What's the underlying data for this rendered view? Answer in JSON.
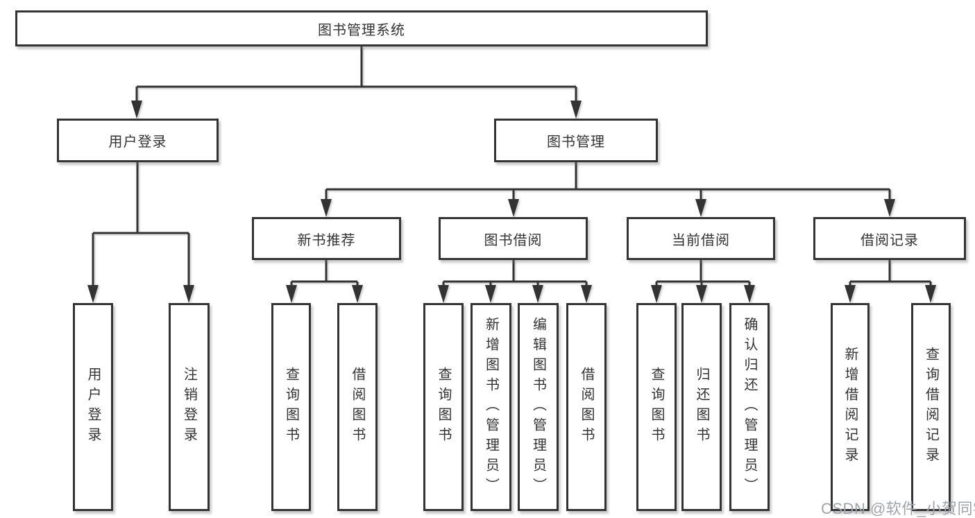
{
  "diagram": {
    "root": {
      "label": "图书管理系统"
    },
    "branches": [
      {
        "label": "用户登录",
        "leaves": [
          {
            "label": "用户登录"
          },
          {
            "label": "注销登录"
          }
        ]
      },
      {
        "label": "图书管理",
        "groups": [
          {
            "label": "新书推荐",
            "leaves": [
              {
                "label": "查询图书"
              },
              {
                "label": "借阅图书"
              }
            ]
          },
          {
            "label": "图书借阅",
            "leaves": [
              {
                "label": "查询图书"
              },
              {
                "label": "新增图书（管理员）"
              },
              {
                "label": "编辑图书（管理员）"
              },
              {
                "label": "借阅图书"
              }
            ]
          },
          {
            "label": "当前借阅",
            "leaves": [
              {
                "label": "查询图书"
              },
              {
                "label": "归还图书"
              },
              {
                "label": "确认归还（管理员）"
              }
            ]
          },
          {
            "label": "借阅记录",
            "leaves": [
              {
                "label": "新增借阅记录"
              },
              {
                "label": "查询借阅记录"
              }
            ]
          }
        ]
      }
    ]
  },
  "watermark": {
    "text": "CSDN @软件_小贺同学"
  },
  "colors": {
    "line": "#333333",
    "text": "#333333",
    "watermark": "#9fa4ab",
    "background": "#ffffff"
  }
}
